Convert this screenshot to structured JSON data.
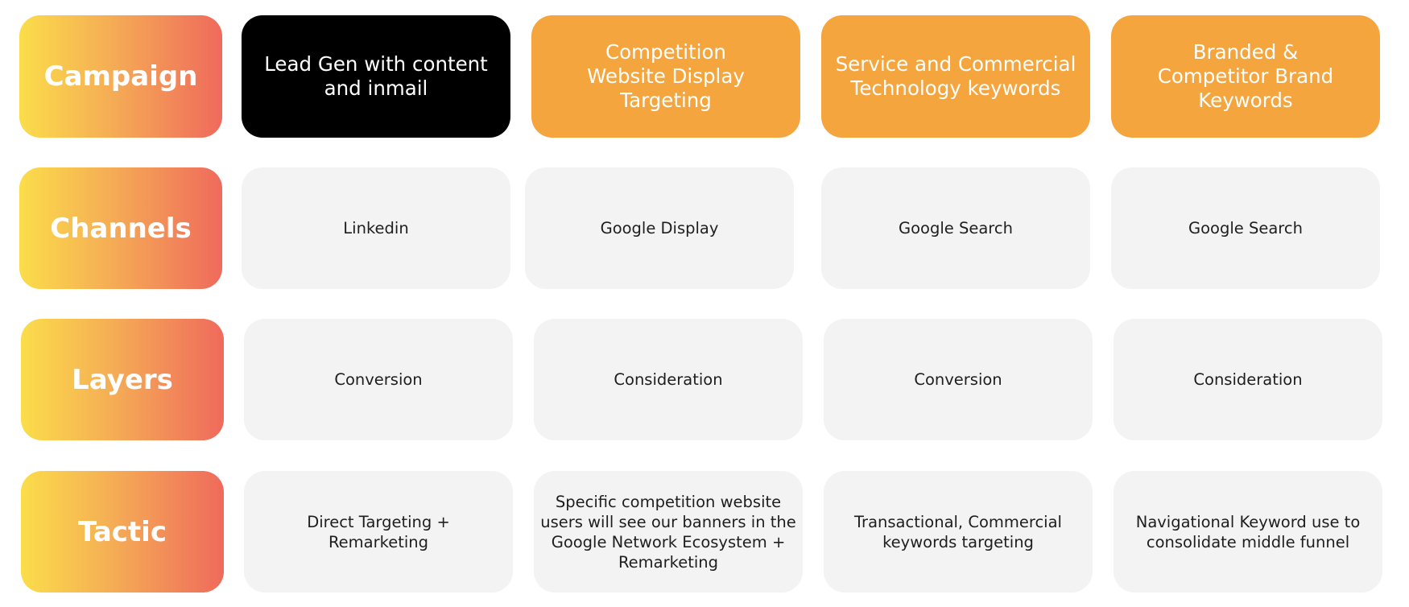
{
  "rows": {
    "campaign": {
      "label": "Campaign",
      "cells": [
        "Lead Gen with content and inmail",
        "Competition Website Display Targeting",
        "Service and Commercial Technology keywords",
        "Branded & Competitor Brand Keywords"
      ]
    },
    "channels": {
      "label": "Channels",
      "cells": [
        "Linkedin",
        "Google Display",
        "Google Search",
        "Google Search"
      ]
    },
    "layers": {
      "label": "Layers",
      "cells": [
        "Conversion",
        "Consideration",
        "Conversion",
        "Consideration"
      ]
    },
    "tactic": {
      "label": "Tactic",
      "cells": [
        "Direct Targeting + Remarketing",
        "Specific competition website users will see our banners in the Google Network Ecosystem + Remarketing",
        "Transactional, Commercial keywords targeting",
        "Navigational Keyword use to consolidate middle funnel"
      ]
    }
  },
  "colors": {
    "gradient_start": "#fbdd4a",
    "gradient_end": "#ef6a5c",
    "campaign_highlight": "#000000",
    "campaign_accent": "#f5a53d",
    "cell_background": "#f3f3f3"
  }
}
